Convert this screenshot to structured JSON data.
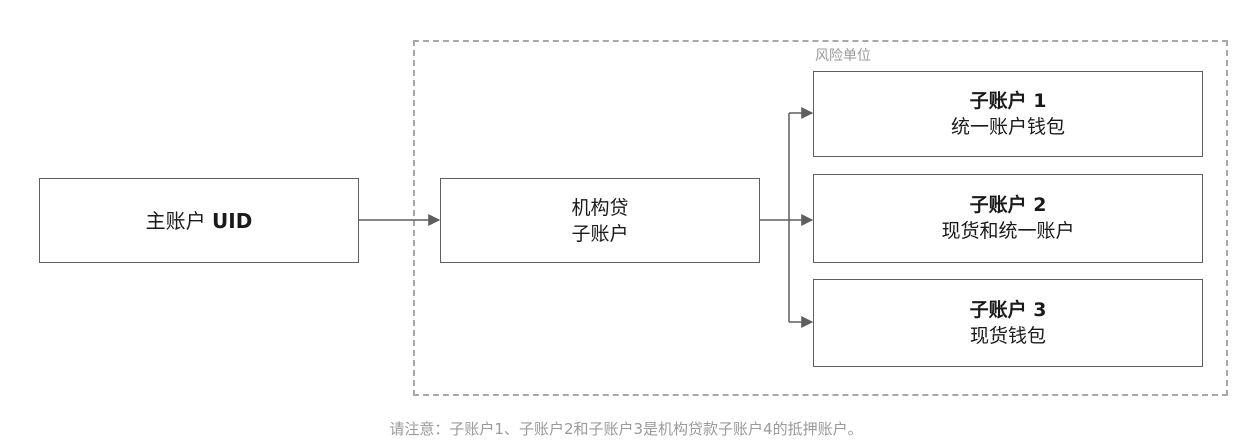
{
  "risk_unit": {
    "label": "风险单位"
  },
  "main_account": {
    "prefix": "主账户 ",
    "uid": "UID"
  },
  "institutional_loan": {
    "line1": "机构贷",
    "line2": "子账户"
  },
  "sub_accounts": [
    {
      "title": "子账户 1",
      "desc": "统一账户钱包"
    },
    {
      "title": "子账户 2",
      "desc": "现货和统一账户"
    },
    {
      "title": "子账户 3",
      "desc": "现货钱包"
    }
  ],
  "footnote": "请注意：子账户1、子账户2和子账户3是机构贷款子账户4的抵押账户。",
  "colors": {
    "box_border": "#5f5f5f",
    "dashed_border": "#a8a8a8",
    "muted_text": "#9a9a9a",
    "arrow": "#5f5f5f"
  }
}
